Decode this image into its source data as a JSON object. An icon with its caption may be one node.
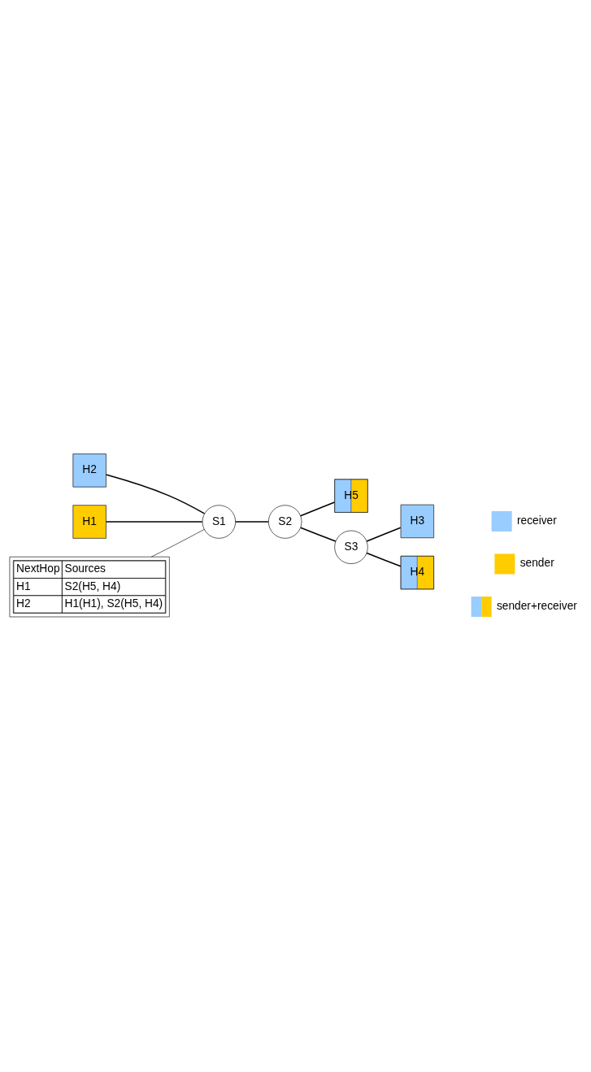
{
  "diagram": {
    "nodes": [
      {
        "text": [
          "H2"
        ]
      },
      {
        "text": [
          "H1"
        ]
      },
      {
        "text": [
          "S1"
        ]
      },
      {
        "text": [
          "NextHop",
          "Sources",
          "H1",
          "S2(H5, H4)",
          "H2",
          "H1(H1), S2(H5, H4)"
        ]
      },
      {
        "text": [
          "S2"
        ]
      },
      {
        "text": [
          "H5"
        ]
      },
      {
        "text": [
          "S3"
        ]
      },
      {
        "text": [
          "H3"
        ]
      },
      {
        "text": [
          "H4"
        ]
      }
    ],
    "edges": [
      {
        "from": 0,
        "to": 2,
        "arrow": "none"
      },
      {
        "from": 1,
        "to": 2,
        "arrow": "none"
      },
      {
        "from": 3,
        "to": 2,
        "arrow": "none"
      },
      {
        "from": 2,
        "to": 4,
        "arrow": "none"
      },
      {
        "from": 4,
        "to": 5,
        "arrow": "none"
      },
      {
        "from": 4,
        "to": 6,
        "arrow": "none"
      },
      {
        "from": 6,
        "to": 7,
        "arrow": "none"
      },
      {
        "from": 6,
        "to": 8,
        "arrow": "none"
      }
    ],
    "legend": [
      {
        "text": "receiver",
        "color": "#99ccff"
      },
      {
        "text": "sender",
        "color": "#ffcc00"
      },
      {
        "text": "sender+receiver"
      }
    ]
  }
}
